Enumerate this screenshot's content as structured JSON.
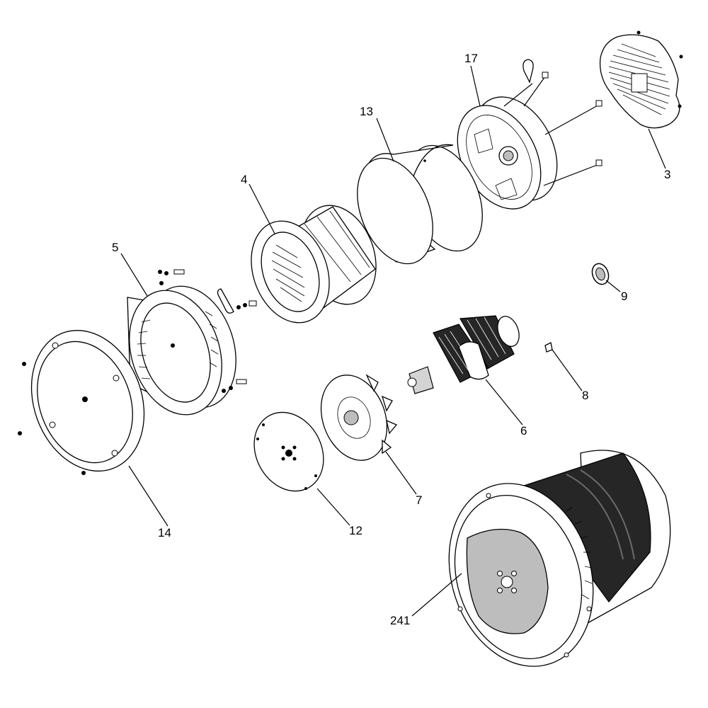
{
  "diagram": {
    "parts": [
      {
        "id": "p3",
        "label": "3",
        "icon": "grille-icon"
      },
      {
        "id": "p4",
        "label": "4",
        "icon": "stator-icon"
      },
      {
        "id": "p5",
        "label": "5",
        "icon": "adapter-icon"
      },
      {
        "id": "p6",
        "label": "6",
        "icon": "rotor-icon"
      },
      {
        "id": "p7",
        "label": "7",
        "icon": "fan-icon"
      },
      {
        "id": "p8",
        "label": "8",
        "icon": "key-icon"
      },
      {
        "id": "p9",
        "label": "9",
        "icon": "bearing-icon"
      },
      {
        "id": "p12",
        "label": "12",
        "icon": "coupling-disc-icon"
      },
      {
        "id": "p13",
        "label": "13",
        "icon": "band-icon"
      },
      {
        "id": "p14",
        "label": "14",
        "icon": "cover-plate-icon"
      },
      {
        "id": "p17",
        "label": "17",
        "icon": "end-bracket-icon"
      },
      {
        "id": "p241",
        "label": "241",
        "icon": "alternator-assembly-icon"
      }
    ]
  }
}
